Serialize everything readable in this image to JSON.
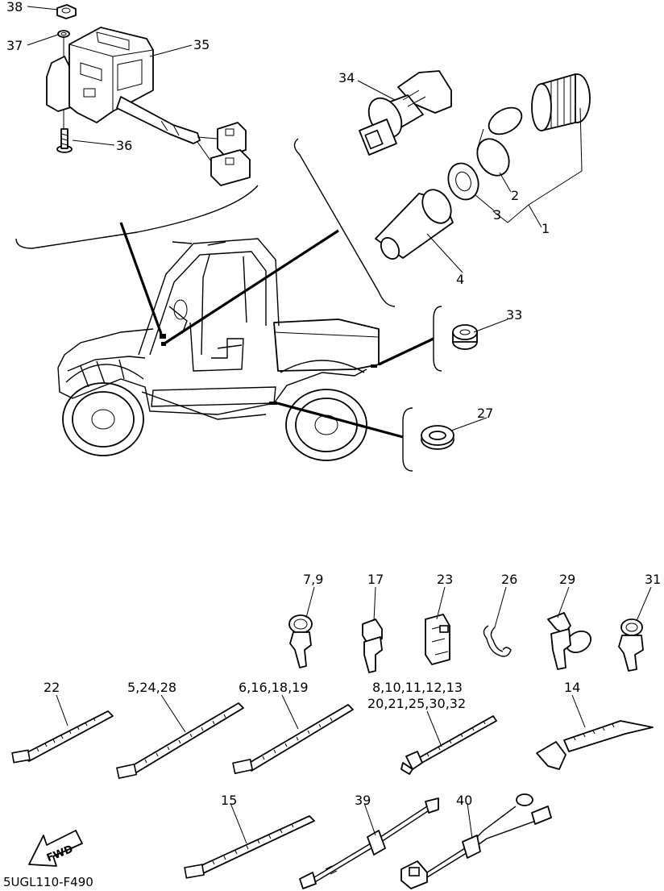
{
  "callouts": {
    "c38": "38",
    "c37": "37",
    "c35": "35",
    "c36": "36",
    "c34": "34",
    "c1": "1",
    "c2": "2",
    "c3": "3",
    "c4": "4",
    "c33": "33",
    "c27": "27",
    "c7_9": "7,9",
    "c17": "17",
    "c23": "23",
    "c26": "26",
    "c29": "29",
    "c31": "31",
    "c22": "22",
    "c5_24_28": "5,24,28",
    "c6_16_18_19": "6,16,18,19",
    "c8_13": "8,10,11,12,13",
    "c20_32": "20,21,25,30,32",
    "c14": "14",
    "c15": "15",
    "c39": "39",
    "c40": "40"
  },
  "forward_badge": "FWD",
  "diagram_code": "5UGL110-F490"
}
